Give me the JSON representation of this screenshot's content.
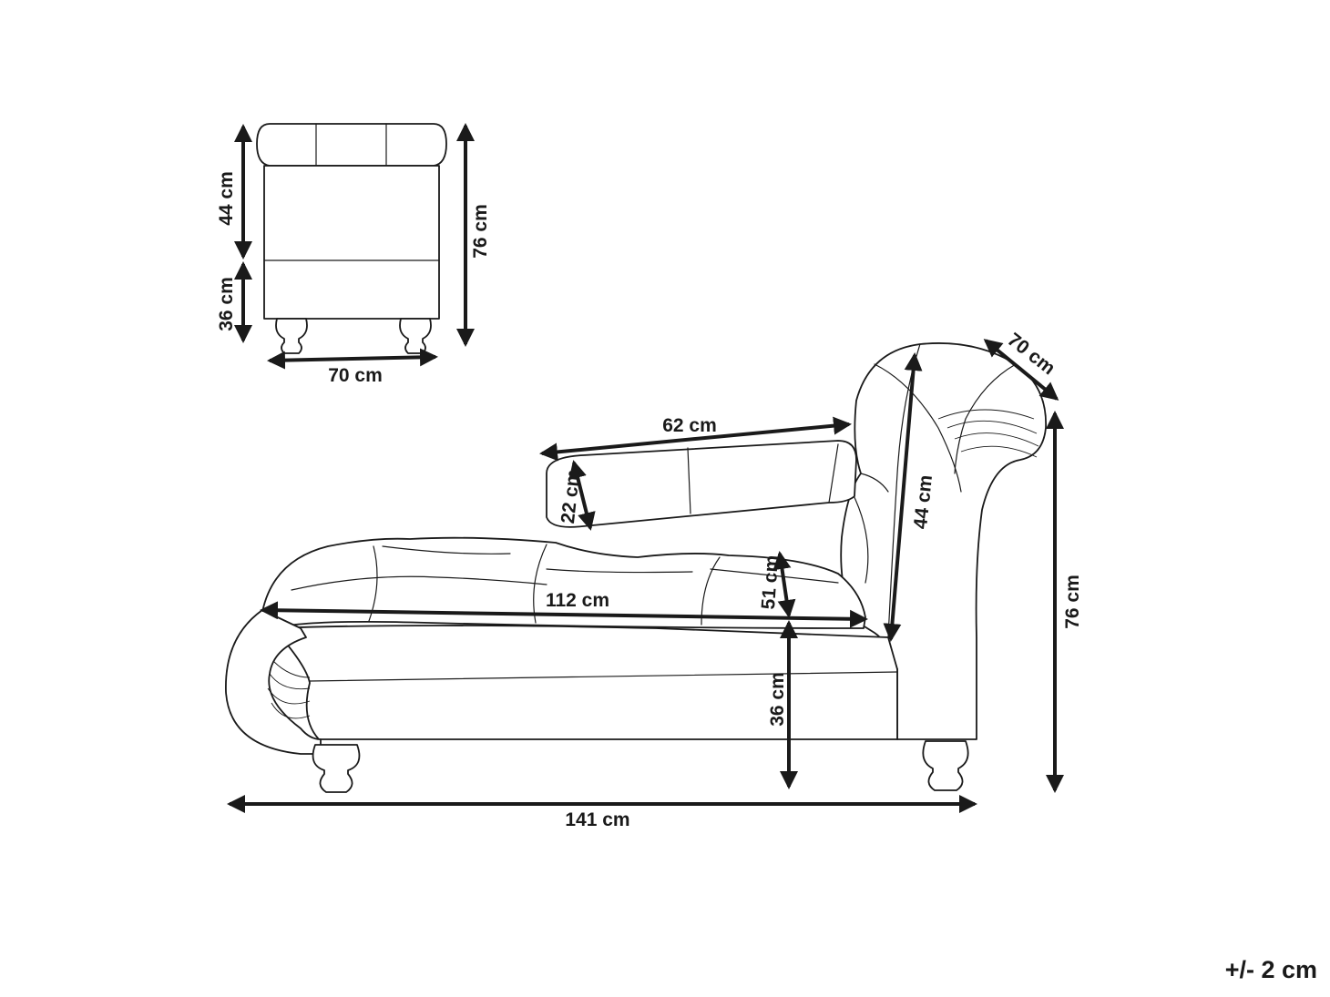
{
  "labels": {
    "front_seat_height": "44 cm",
    "front_leg_height": "36 cm",
    "front_total_height": "76 cm",
    "front_width": "70 cm",
    "back_depth": "70 cm",
    "pillow_length": "62 cm",
    "pillow_height": "22 cm",
    "back_height": "44 cm",
    "seat_length": "112 cm",
    "seat_top_height": "51 cm",
    "seat_height": "36 cm",
    "side_total_height": "76 cm",
    "total_length": "141 cm",
    "tolerance": "+/- 2 cm"
  },
  "colors": {
    "line": "#1a1a1a",
    "background": "#ffffff"
  }
}
